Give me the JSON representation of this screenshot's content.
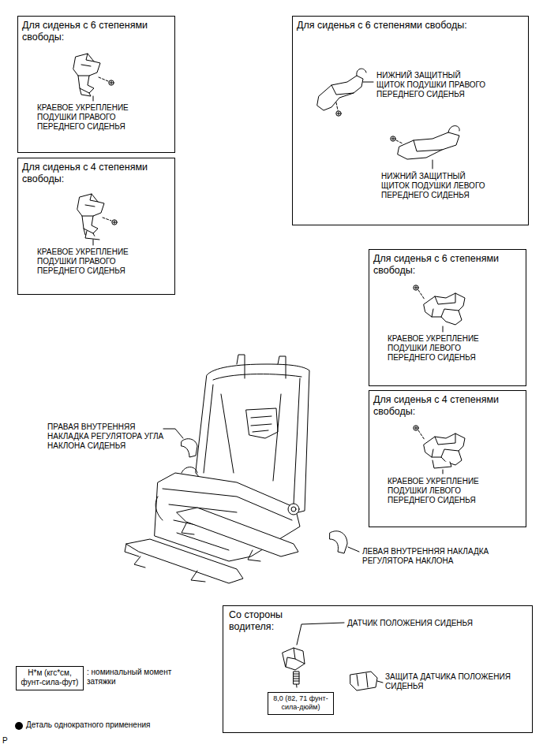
{
  "diagram": {
    "nodes": [
      {
        "text": [
          "Для сиденья с 6 степенями свободы:",
          "КРАЕВОЕ УКРЕПЛЕНИЕ ПОДУШКИ ПРАВОГО ПЕРЕДНЕГО СИДЕНЬЯ"
        ]
      },
      {
        "text": [
          "Для сиденья с 4 степенями свободы:",
          "КРАЕВОЕ УКРЕПЛЕНИЕ ПОДУШКИ ПРАВОГО ПЕРЕДНЕГО СИДЕНЬЯ"
        ]
      },
      {
        "text": [
          "Для сиденья с 6 степенями свободы:",
          "НИЖНИЙ ЗАЩИТНЫЙ ЩИТОК ПОДУШКИ ПРАВОГО ПЕРЕДНЕГО СИДЕНЬЯ",
          "НИЖНИЙ ЗАЩИТНЫЙ ЩИТОК ПОДУШКИ ЛЕВОГО ПЕРЕДНЕГО СИДЕНЬЯ"
        ]
      },
      {
        "text": [
          "Для сиденья с 6 степенями свободы:",
          "КРАЕВОЕ УКРЕПЛЕНИЕ ПОДУШКИ ЛЕВОГО ПЕРЕДНЕГО СИДЕНЬЯ"
        ]
      },
      {
        "text": [
          "Для сиденья с 4 степенями свободы:",
          "КРАЕВОЕ УКРЕПЛЕНИЕ ПОДУШКИ ЛЕВОГО ПЕРЕДНЕГО СИДЕНЬЯ"
        ]
      },
      {
        "text": [
          "Со стороны водителя:",
          "ДАТЧИК ПОЛОЖЕНИЯ СИДЕНЬЯ",
          "ЗАЩИТА ДАТЧИКА ПОЛОЖЕНИЯ СИДЕНЬЯ"
        ]
      },
      {
        "text": [
          "8,0 (82, 71 фунт-сила-дюйм)"
        ],
        "in": 5
      },
      {
        "text": [
          "Н*м (кгс*см, фунт-сила-фут)"
        ]
      }
    ],
    "labels": [
      "ПРАВАЯ ВНУТРЕННЯЯ НАКЛАДКА РЕГУЛЯТОРА УГЛА НАКЛОНА СИДЕНЬЯ",
      "ЛЕВАЯ ВНУТРЕННЯЯ НАКЛАДКА РЕГУЛЯТОРА НАКЛОНА",
      "P"
    ],
    "legend": [
      {
        "text": ": номинальный момент затяжки"
      },
      {
        "text": "Деталь однократного применения"
      }
    ]
  }
}
